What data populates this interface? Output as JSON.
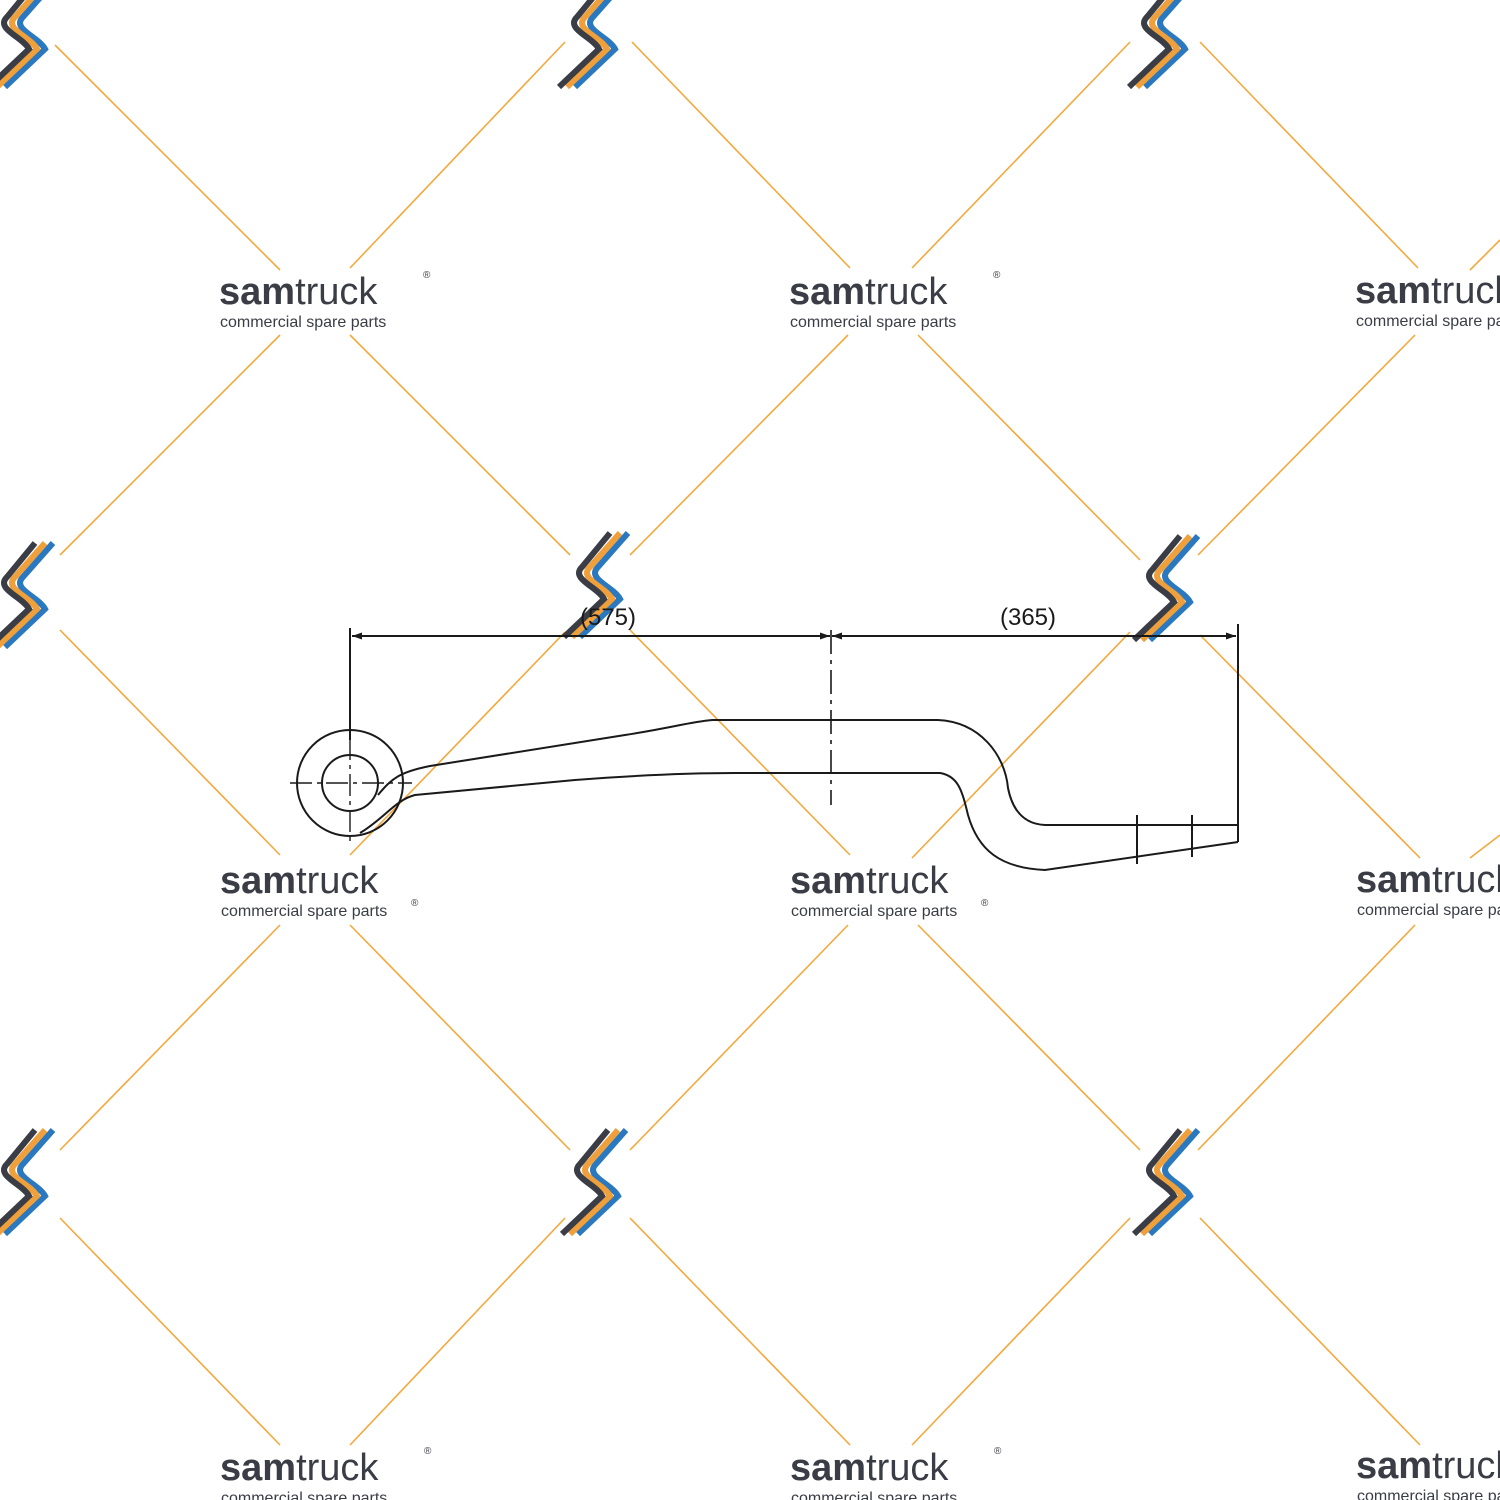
{
  "watermark": {
    "brand_bold": "sam",
    "brand_light": "truck",
    "registered": "®",
    "tagline": "commercial spare parts",
    "line_color": "#f5a83c",
    "logo_colors": {
      "dark": "#3a3d45",
      "orange": "#f0a03a",
      "blue": "#2a78c0"
    }
  },
  "drawing": {
    "dimension_left": "(575)",
    "dimension_right": "(365)",
    "line_color": "#1a1a1a"
  }
}
